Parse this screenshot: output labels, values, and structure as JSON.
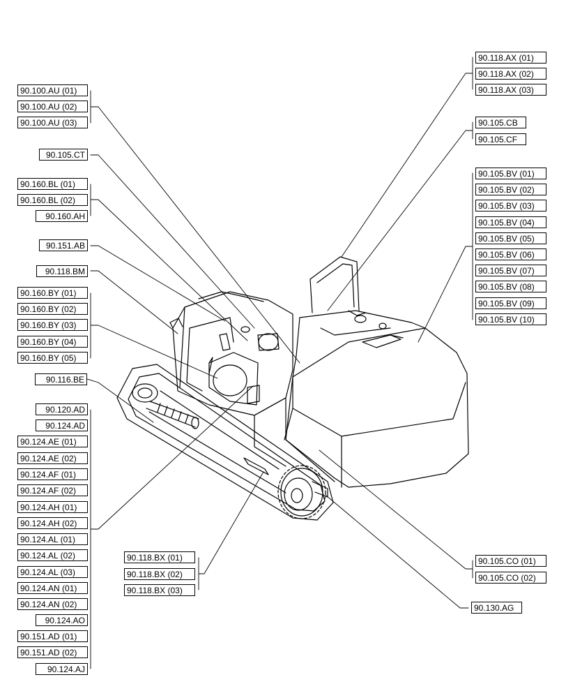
{
  "callouts": {
    "g1": [
      "90.100.AU (01)",
      "90.100.AU (02)",
      "90.100.AU (03)"
    ],
    "g2": [
      "90.105.CT"
    ],
    "g3": [
      "90.160.BL (01)",
      "90.160.BL (02)",
      "90.160.AH"
    ],
    "g4": [
      "90.151.AB"
    ],
    "g5": [
      "90.118.BM"
    ],
    "g6": [
      "90.160.BY (01)",
      "90.160.BY (02)",
      "90.160.BY (03)",
      "90.160.BY (04)",
      "90.160.BY (05)"
    ],
    "g7": [
      "90.116.BE"
    ],
    "g8": [
      "90.120.AD",
      "90.124.AD",
      "90.124.AE (01)",
      "90.124.AE (02)",
      "90.124.AF (01)",
      "90.124.AF (02)",
      "90.124.AH (01)",
      "90.124.AH (02)",
      "90.124.AL (01)",
      "90.124.AL (02)",
      "90.124.AL (03)",
      "90.124.AN (01)",
      "90.124.AN (02)",
      "90.124.AO",
      "90.151.AD (01)",
      "90.151.AD (02)",
      "90.124.AJ"
    ],
    "g9": [
      "90.118.AX (01)",
      "90.118.AX (02)",
      "90.118.AX (03)"
    ],
    "g10": [
      "90.105.CB",
      "90.105.CF"
    ],
    "g11": [
      "90.105.BV (01)",
      "90.105.BV (02)",
      "90.105.BV (03)",
      "90.105.BV (04)",
      "90.105.BV (05)",
      "90.105.BV (06)",
      "90.105.BV (07)",
      "90.105.BV (08)",
      "90.105.BV (09)",
      "90.105.BV (10)"
    ],
    "g12": [
      "90.118.BX (01)",
      "90.118.BX (02)",
      "90.118.BX (03)"
    ],
    "g13": [
      "90.105.CO (01)",
      "90.105.CO (02)"
    ],
    "g14": [
      "90.130.AG"
    ]
  }
}
